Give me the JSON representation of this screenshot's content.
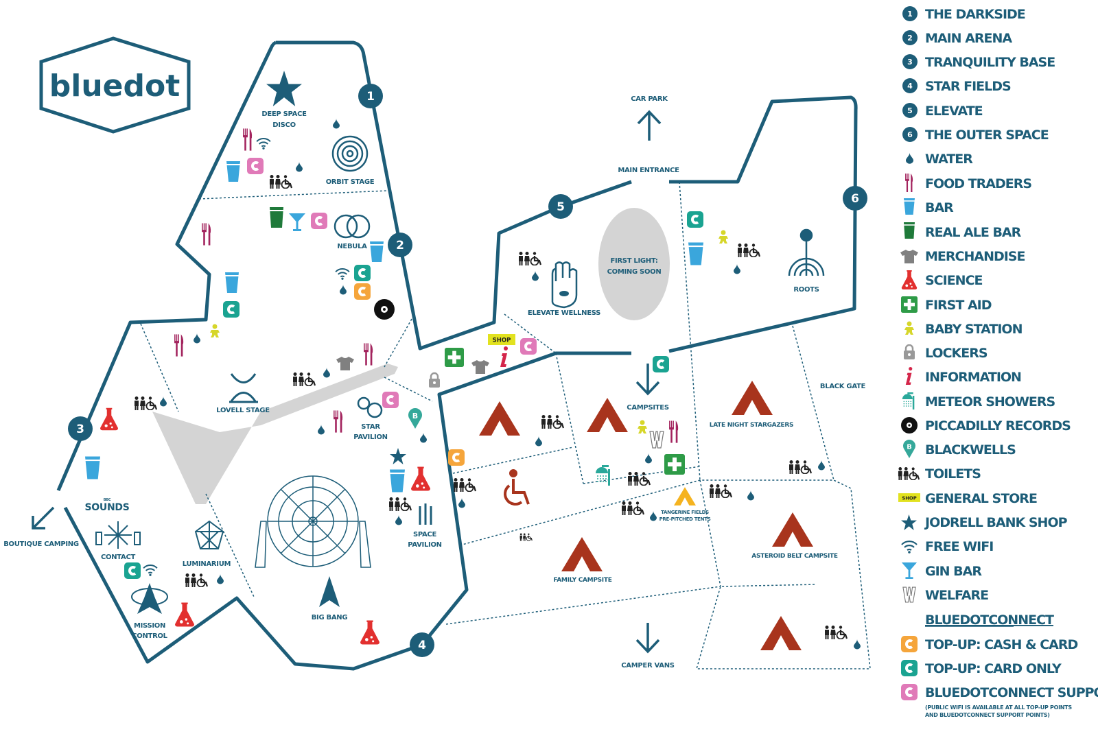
{
  "logo": {
    "text": "bluedot"
  },
  "colors": {
    "primary": "#1d5d78",
    "food": "#a3245e",
    "bar": "#3aa6dc",
    "real_ale": "#1f7a3a",
    "science": "#e2302f",
    "first_aid": "#2e9b47",
    "baby": "#d6d62a",
    "info": "#d4264a",
    "shower": "#2aa89a",
    "shop": "#e2e21f",
    "topup_cash_card": "#f5a53b",
    "topup_card_only": "#1aa391",
    "support": "#e07ab8",
    "campsite_tent": "#a8341d",
    "tangerine_tent": "#f5b320",
    "lake": "#d4d4d4"
  },
  "zones": {
    "z1": "1",
    "z2": "2",
    "z3": "3",
    "z4": "4",
    "z5": "5",
    "z6": "6"
  },
  "labels": {
    "deep_space_disco_1": "DEEP SPACE",
    "deep_space_disco_2": "DISCO",
    "orbit_stage": "ORBIT STAGE",
    "nebula": "NEBULA",
    "lovell_stage": "LOVELL STAGE",
    "star_pavilion_1": "STAR",
    "star_pavilion_2": "PAVILION",
    "space_pavilion_1": "SPACE",
    "space_pavilion_2": "PAVILION",
    "bbc_sounds_small": "BBC",
    "bbc_sounds": "SOUNDS",
    "contact": "CONTACT",
    "luminarium": "LUMINARIUM",
    "mission_control_1": "MISSION",
    "mission_control_2": "CONTROL",
    "big_bang": "BIG BANG",
    "boutique_camping": "BOUTIQUE CAMPING",
    "car_park": "CAR PARK",
    "main_entrance": "MAIN ENTRANCE",
    "first_light_1": "FIRST LIGHT:",
    "first_light_2": "COMING SOON",
    "elevate_wellness": "ELEVATE WELLNESS",
    "roots": "ROOTS",
    "shop": "SHOP",
    "campsites": "CAMPSITES",
    "late_night_stargazers": "LATE NIGHT STARGAZERS",
    "black_gate": "BLACK GATE",
    "tangerine_1": "TANGERINE FIELDS",
    "tangerine_2": "PRE-PITCHED TENTS",
    "asteroid_belt": "ASTEROID BELT CAMPSITE",
    "family_campsite": "FAMILY CAMPSITE",
    "camper_vans": "CAMPER VANS"
  },
  "legend": {
    "items": [
      {
        "icon": "number-1",
        "label": "THE DARKSIDE"
      },
      {
        "icon": "number-2",
        "label": "MAIN ARENA"
      },
      {
        "icon": "number-3",
        "label": "TRANQUILITY BASE"
      },
      {
        "icon": "number-4",
        "label": "STAR FIELDS"
      },
      {
        "icon": "number-5",
        "label": "ELEVATE"
      },
      {
        "icon": "number-6",
        "label": "THE OUTER SPACE"
      },
      {
        "icon": "water-drop",
        "label": "WATER"
      },
      {
        "icon": "fork-knife",
        "label": "FOOD TRADERS"
      },
      {
        "icon": "cup",
        "label": "BAR"
      },
      {
        "icon": "pint",
        "label": "REAL ALE BAR"
      },
      {
        "icon": "t-shirt",
        "label": "MERCHANDISE"
      },
      {
        "icon": "flask",
        "label": "SCIENCE"
      },
      {
        "icon": "plus-cross",
        "label": "FIRST AID"
      },
      {
        "icon": "baby",
        "label": "BABY STATION"
      },
      {
        "icon": "padlock",
        "label": "LOCKERS"
      },
      {
        "icon": "info-i",
        "label": "INFORMATION"
      },
      {
        "icon": "shower",
        "label": "METEOR SHOWERS"
      },
      {
        "icon": "vinyl-record",
        "label": "PICCADILLY RECORDS"
      },
      {
        "icon": "map-pin-b",
        "label": "BLACKWELLS"
      },
      {
        "icon": "toilets",
        "label": "TOILETS"
      },
      {
        "icon": "shop-tag",
        "label": "GENERAL STORE"
      },
      {
        "icon": "star",
        "label": "JODRELL BANK SHOP"
      },
      {
        "icon": "wifi",
        "label": "FREE WIFI"
      },
      {
        "icon": "cocktail-glass",
        "label": "GIN BAR"
      },
      {
        "icon": "w-letter",
        "label": "WELFARE"
      }
    ],
    "connect_heading": "BLUEDOTCONNECT",
    "connect_items": [
      {
        "icon": "c-badge-orange",
        "label": "TOP-UP: CASH & CARD"
      },
      {
        "icon": "c-badge-teal",
        "label": "TOP-UP: CARD ONLY"
      },
      {
        "icon": "c-badge-pink",
        "label": "BLUEDOTCONNECT SUPPORT"
      }
    ],
    "note_1": "(PUBLIC WIFI IS AVAILABLE AT ALL TOP-UP POINTS",
    "note_2": "AND BLUEDOTCONNECT SUPPORT POINTS)",
    "badge_letter": "C",
    "numbers": [
      "1",
      "2",
      "3",
      "4",
      "5",
      "6"
    ]
  }
}
